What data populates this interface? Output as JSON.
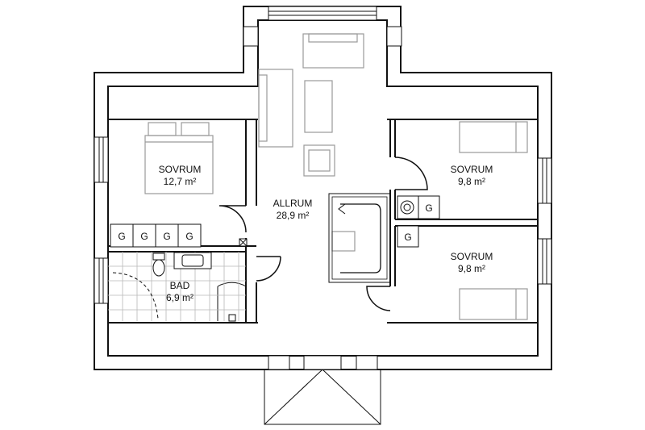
{
  "rooms": {
    "bedroom_left": {
      "name": "SOVRUM",
      "area": "12,7 m²"
    },
    "bedroom_right_top": {
      "name": "SOVRUM",
      "area": "9,8 m²"
    },
    "bedroom_right_bottom": {
      "name": "SOVRUM",
      "area": "9,8 m²"
    },
    "living": {
      "name": "ALLRUM",
      "area": "28,9 m²"
    },
    "bath": {
      "name": "BAD",
      "area": "6,9 m²"
    }
  },
  "closets": {
    "left_row": [
      "G",
      "G",
      "G",
      "G"
    ],
    "right_top": "G",
    "right_bottom": "G"
  },
  "colors": {
    "wall": "#111111",
    "furniture": "#9a9a9a",
    "tile": "#b8b8b8"
  }
}
